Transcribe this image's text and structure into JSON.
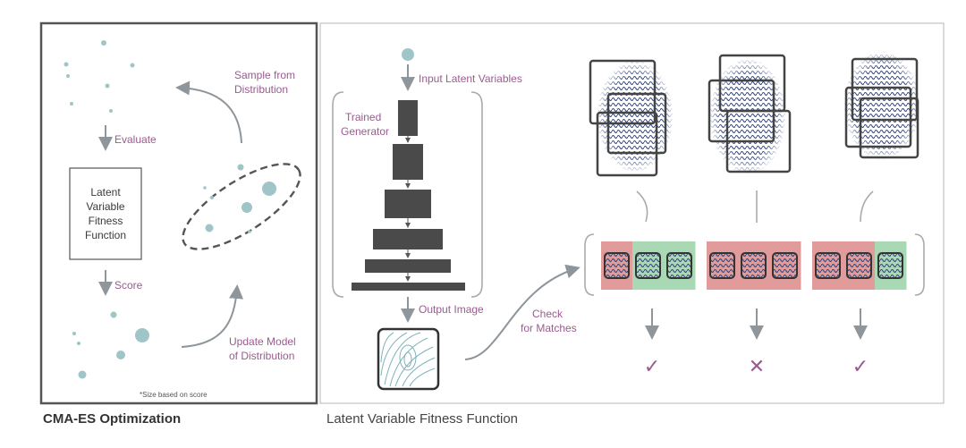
{
  "cma": {
    "caption": "CMA-ES Optimization",
    "evaluate": "Evaluate",
    "score": "Score",
    "sample_line1": "Sample from",
    "sample_line2": "Distribution",
    "update_line1": "Update Model",
    "update_line2": "of Distribution",
    "fitness_box": [
      "Latent",
      "Variable",
      "Fitness",
      "Function"
    ],
    "size_note": "*Size based on score"
  },
  "lvff": {
    "caption": "Latent Variable Fitness Function",
    "input_label": "Input Latent Variables",
    "generator_line1": "Trained",
    "generator_line2": "Generator",
    "output_label": "Output Image",
    "check_line1": "Check",
    "check_line2": "for Matches"
  },
  "matches": [
    {
      "result": "✓",
      "result_name": "check-mark-icon",
      "tiles": [
        "red",
        "green",
        "green"
      ]
    },
    {
      "result": "✕",
      "result_name": "cross-mark-icon",
      "tiles": [
        "red",
        "red",
        "red"
      ]
    },
    {
      "result": "✓",
      "result_name": "check-mark-icon",
      "tiles": [
        "red",
        "red",
        "green"
      ]
    }
  ],
  "colors": {
    "dot": "#9fc5c9",
    "frame": "#4d4d4d",
    "label": "#9a5b8f",
    "match_red": "#e19b9b",
    "match_green": "#a9d8b4",
    "ink": "#2e3d6b"
  }
}
